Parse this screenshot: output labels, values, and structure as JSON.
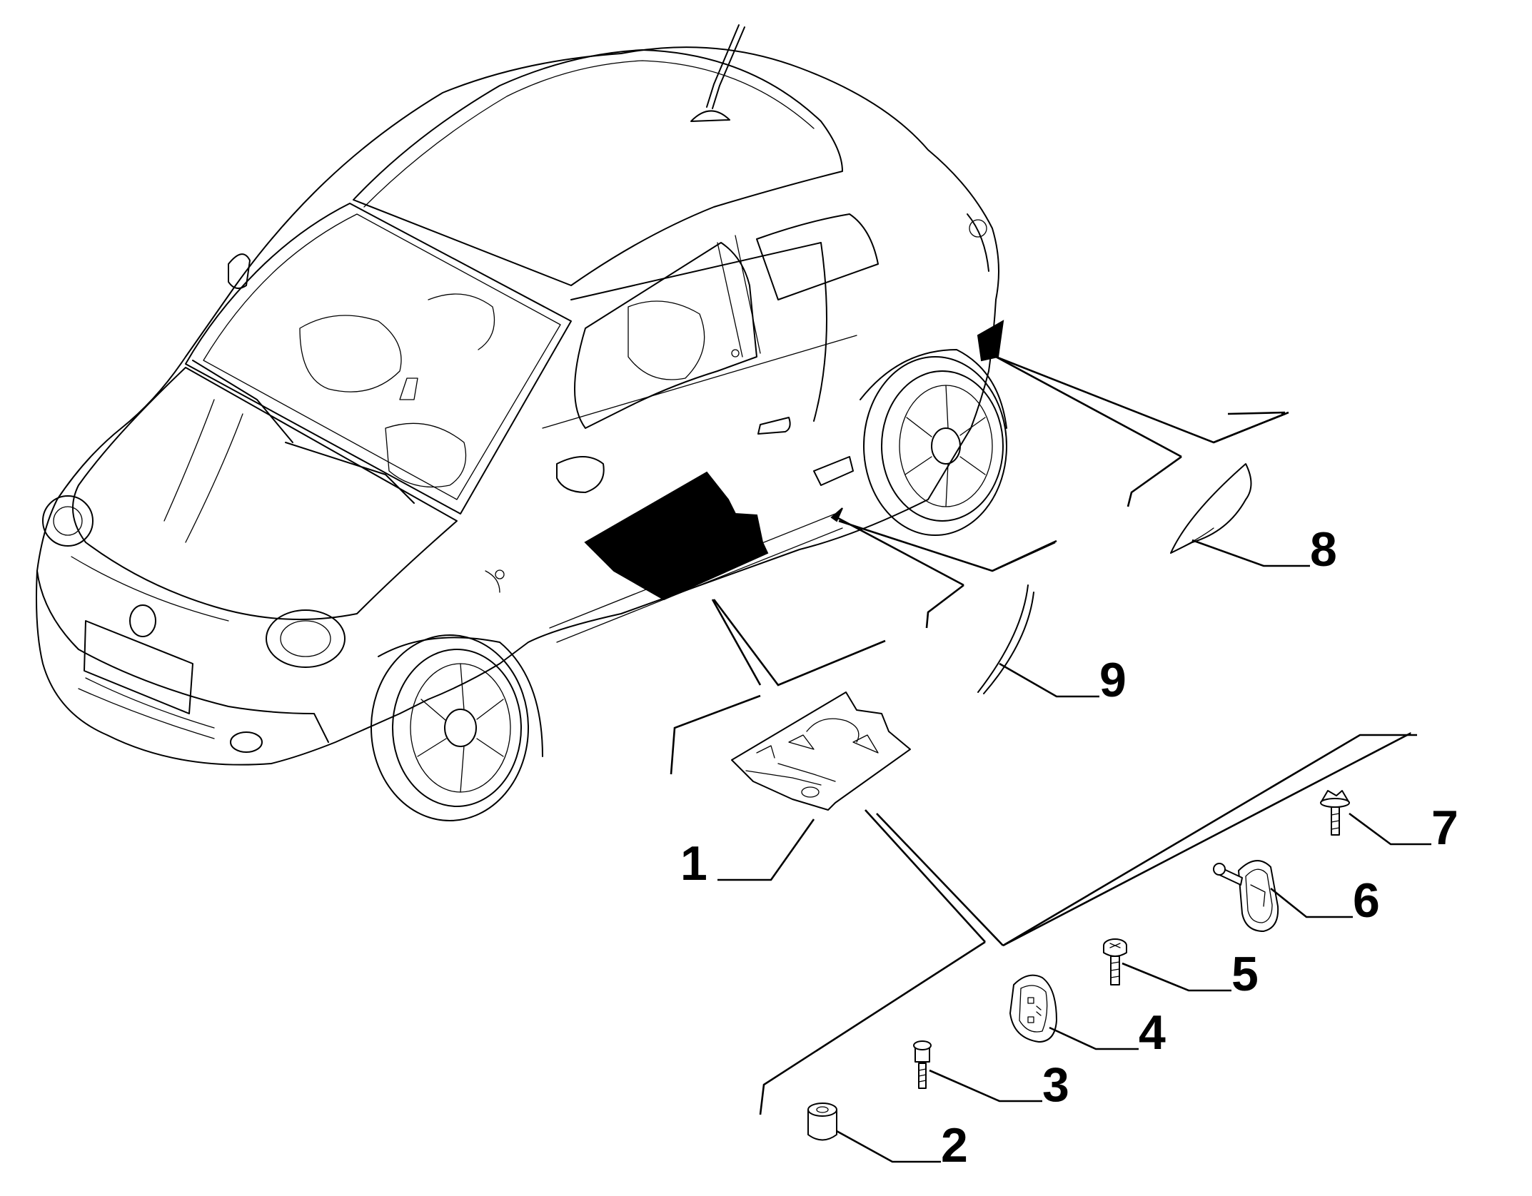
{
  "diagram": {
    "type": "parts-exploded-view",
    "subject": "car",
    "callouts": [
      {
        "id": "callout-1",
        "text": "1"
      },
      {
        "id": "callout-2",
        "text": "2"
      },
      {
        "id": "callout-3",
        "text": "3"
      },
      {
        "id": "callout-4",
        "text": "4"
      },
      {
        "id": "callout-5",
        "text": "5"
      },
      {
        "id": "callout-6",
        "text": "6"
      },
      {
        "id": "callout-7",
        "text": "7"
      },
      {
        "id": "callout-8",
        "text": "8"
      },
      {
        "id": "callout-9",
        "text": "9"
      }
    ],
    "colors": {
      "line": "#000000",
      "background": "#ffffff"
    }
  }
}
